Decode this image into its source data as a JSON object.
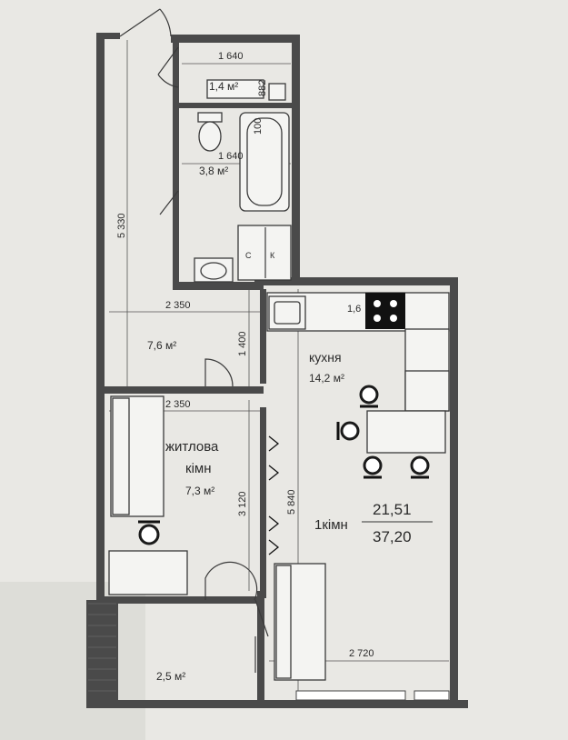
{
  "plan": {
    "dimensions": {
      "bath_top_width": "1 640",
      "wc_length": "882",
      "bath_small": "100",
      "bath_mid_width": "1 640",
      "left_height": "5 330",
      "hall_width": "2 350",
      "hall_height": "1 400",
      "room_width": "2 350",
      "room_height": "3 120",
      "kitchen_height": "5 840",
      "kitchen_width": "2 720",
      "kitchen_counter": "1,6"
    },
    "rooms": {
      "wc_area": "1,4 м²",
      "bath_area": "3,8 м²",
      "hall_area": "7,6 м²",
      "kitchen_name": "кухня",
      "kitchen_area": "14,2 м²",
      "living_name_1": "житлова",
      "living_name_2": "кімн",
      "living_area": "7,3 м²",
      "balcony_area": "2,5 м²"
    },
    "fixtures": {
      "washer_c": "С",
      "washer_k": "К"
    },
    "summary": {
      "type": "1кімн",
      "living_total": "21,51",
      "total": "37,20"
    }
  }
}
